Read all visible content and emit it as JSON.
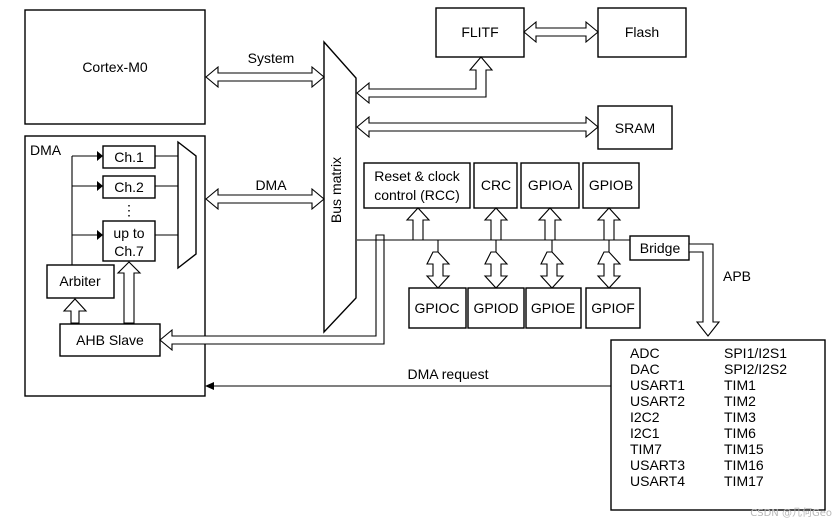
{
  "blocks": {
    "cortex": "Cortex-M0",
    "dma": "DMA",
    "ch1": "Ch.1",
    "ch2": "Ch.2",
    "dots": "⋮",
    "upto1": "up to",
    "upto2": "Ch.7",
    "arbiter": "Arbiter",
    "ahb_slave": "AHB Slave",
    "bus_matrix": "Bus matrix",
    "flitf": "FLITF",
    "flash": "Flash",
    "sram": "SRAM",
    "rcc1": "Reset & clock",
    "rcc2": "control (RCC)",
    "crc": "CRC",
    "gpioa": "GPIOA",
    "gpiob": "GPIOB",
    "gpioc": "GPIOC",
    "gpiod": "GPIOD",
    "gpioe": "GPIOE",
    "gpiof": "GPIOF",
    "bridge": "Bridge"
  },
  "labels": {
    "system": "System",
    "dma_bus": "DMA",
    "apb": "APB",
    "dma_request": "DMA request"
  },
  "peripherals": {
    "left": [
      "ADC",
      "DAC",
      "USART1",
      "USART2",
      "I2C2",
      "I2C1",
      "TIM7",
      "USART3",
      "USART4"
    ],
    "right": [
      "SPI1/I2S1",
      "SPI2/I2S2",
      "TIM1",
      "TIM2",
      "TIM3",
      "TIM6",
      "TIM15",
      "TIM16",
      "TIM17"
    ]
  },
  "watermark": "CSDN @几何Geo"
}
